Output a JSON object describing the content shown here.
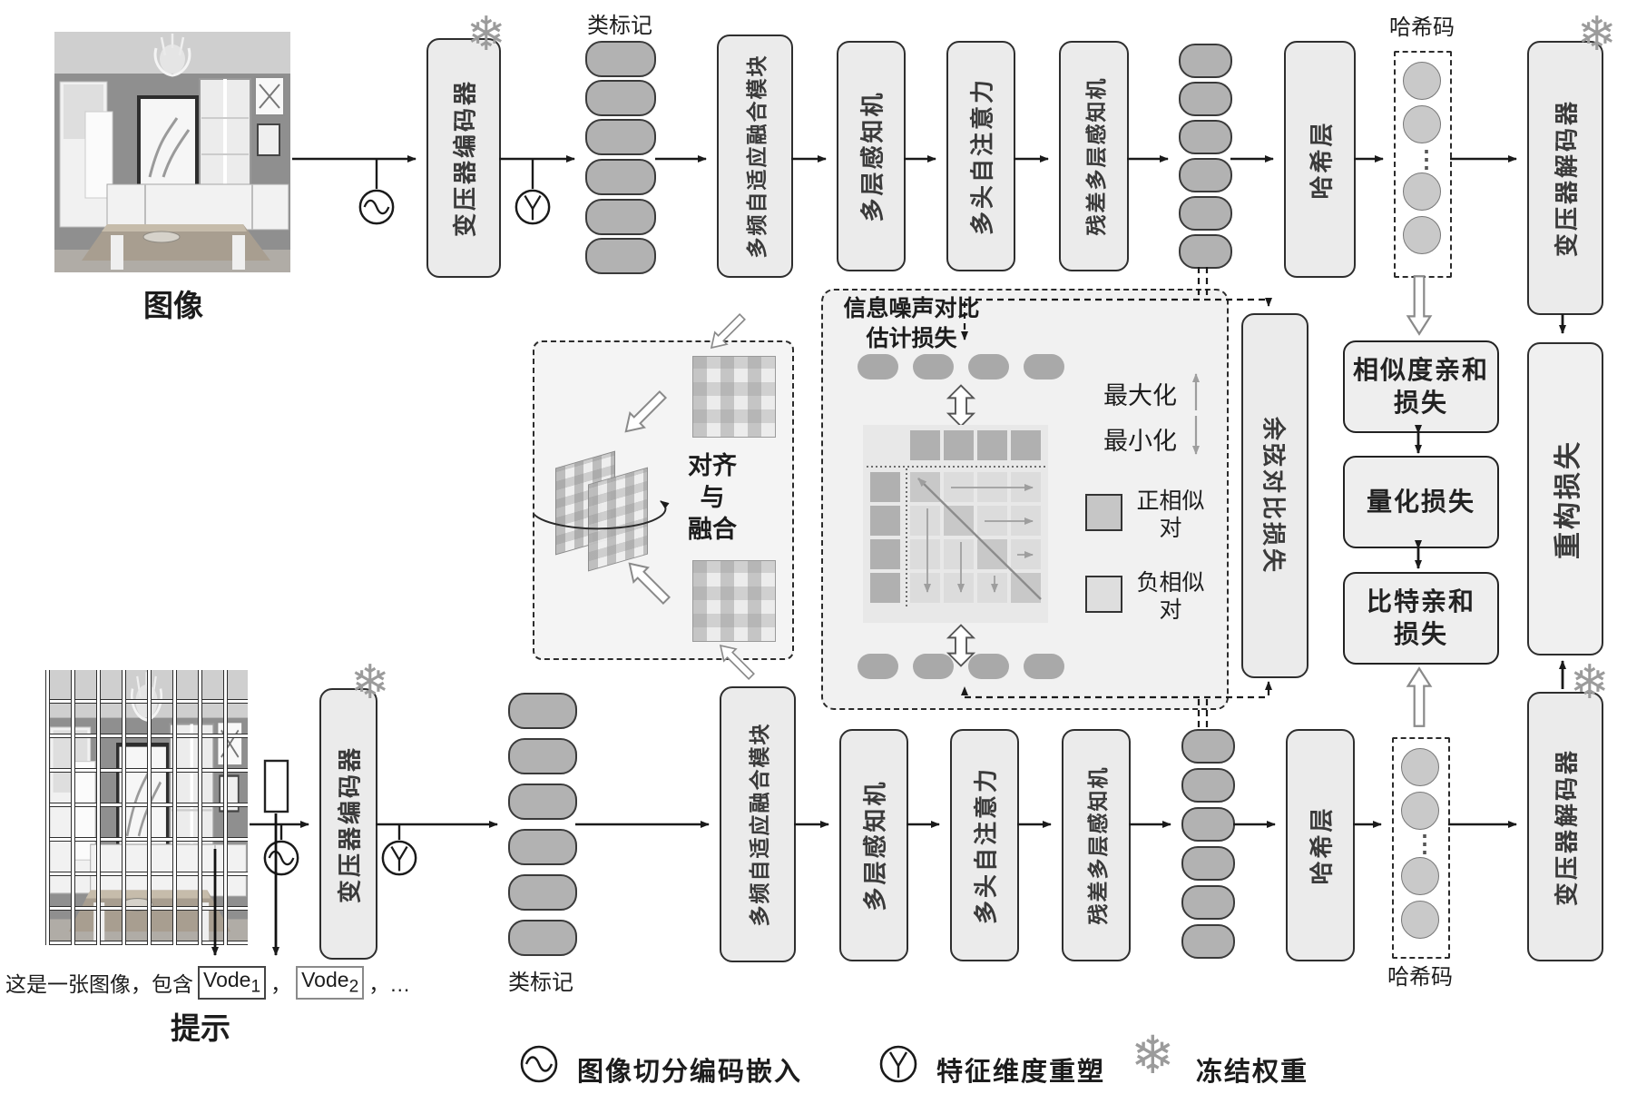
{
  "modules": {
    "encoder": "变压器编码器",
    "decoder": "变压器解码器",
    "fusion": "多频自适应融合模块",
    "mlp": "多层感知机",
    "attention": "多头自注意力",
    "residual_mlp": "残差多层感知机",
    "hash_layer": "哈希层",
    "class_token_label": "类标记",
    "hash_code_label": "哈希码"
  },
  "image_stream": {
    "image_label": "图像"
  },
  "text_stream": {
    "prompt_label": "提示",
    "prompt_prefix": "这是一张图像，包含",
    "token_base": "Vode",
    "token1_sub": "1",
    "token2_sub": "2",
    "sep": "，",
    "suffix": "，…"
  },
  "align_fusion": {
    "line1": "对齐",
    "line2": "与",
    "line3": "融合"
  },
  "infonce": {
    "title_line1": "信息噪声对比",
    "title_line2": "估计损失",
    "maximize": "最大化",
    "minimize": "最小化",
    "positive_line1": "正相似",
    "positive_line2": "对",
    "negative_line1": "负相似",
    "negative_line2": "对"
  },
  "losses": {
    "cosine": "余弦对比损失",
    "similarity_line1": "相似度亲和",
    "similarity_line2": "损失",
    "quantization": "量化损失",
    "bit_line1": "比特亲和",
    "bit_line2": "损失",
    "reconstruction": "重构损失"
  },
  "legend": {
    "patch_embed": "图像切分编码嵌入",
    "reshape": "特征维度重塑",
    "frozen": "冻结权重"
  },
  "icons": {
    "snowflake_glyph": "❄",
    "vertical_ellipsis": "⋮"
  },
  "colors": {
    "box_fill": "#ebebeb",
    "box_border": "#2e2e2e",
    "token_fill": "#b2b2b2",
    "panel_fill": "#f1f1f1",
    "positive_square": "#c6c6c6",
    "negative_square": "#dedede",
    "snowflake": "#9b9b9b"
  }
}
